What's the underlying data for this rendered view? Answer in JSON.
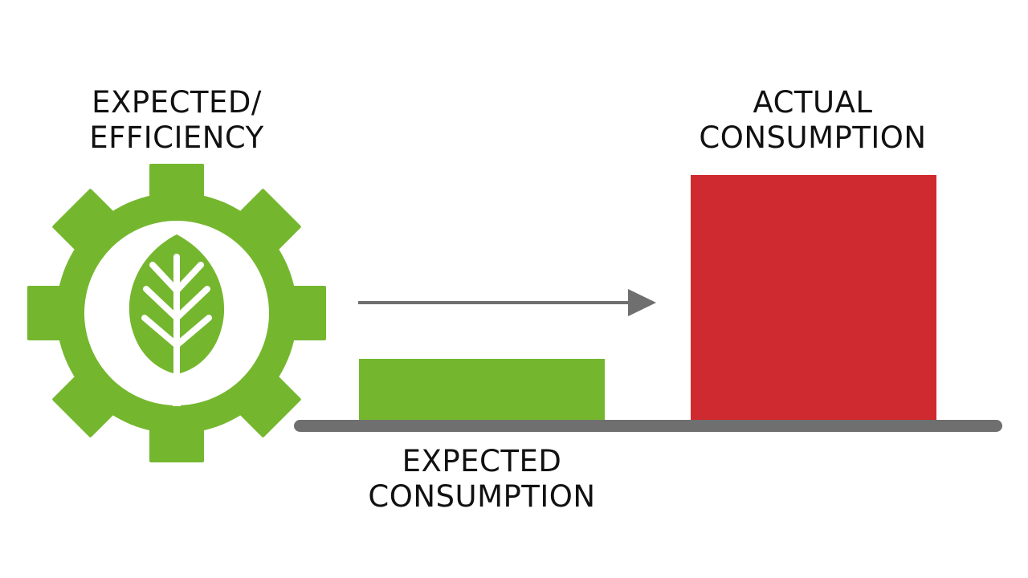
{
  "labels": {
    "efficiency": [
      "EXPECTED/",
      "EFFICIENCY"
    ],
    "actual": [
      "ACTUAL",
      "CONSUMPTION"
    ],
    "expected_consumption": [
      "EXPECTED",
      "CONSUMPTION"
    ]
  },
  "icons": {
    "gear": "gear-with-leaf-icon",
    "arrow": "right-arrow-icon"
  },
  "colors": {
    "green": "#74b72e",
    "red": "#ce2a2f",
    "baseline": "#6f6f6f",
    "arrow": "#6f6f6f",
    "text": "#111111"
  }
}
